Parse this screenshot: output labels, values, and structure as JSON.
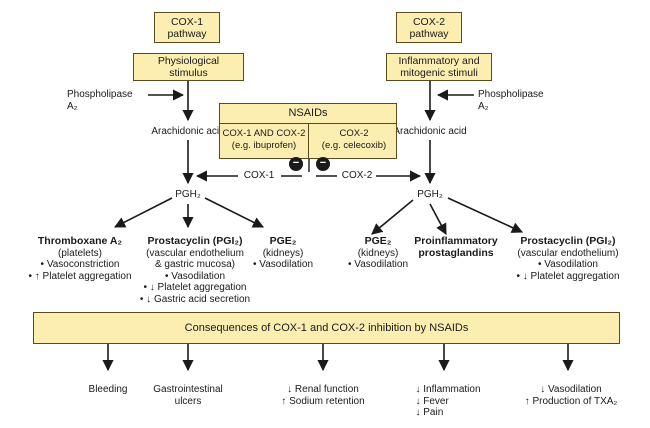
{
  "cox1": {
    "title": "COX-1\npathway",
    "stimulus": "Physiological\nstimulus",
    "phospholipase": "Phospholipase\nA₂",
    "arachidonic": "Arachidonic acid",
    "pgh2": "PGH₂"
  },
  "cox2": {
    "title": "COX-2\npathway",
    "stimulus": "Inflammatory and\nmitogenic stimuli",
    "phospholipase": "Phospholipase\nA₂",
    "arachidonic": "Arachidonic acid",
    "pgh2": "PGH₂"
  },
  "nsaids": {
    "header": "NSAIDs",
    "left": "COX-1 AND COX-2\n(e.g. ibuprofen)",
    "right": "COX-2\n(e.g. celecoxib)",
    "inhibit_symbol": "⊖",
    "cox1_label": "COX-1",
    "cox2_label": "COX-2"
  },
  "cox1_products": [
    {
      "name": "Thromboxane A₂",
      "detail": "(platelets)\n• Vasoconstriction\n• ↑ Platelet aggregation"
    },
    {
      "name": "Prostacyclin (PGI₂)",
      "detail": "(vascular endothelium\n& gastric mucosa)\n• Vasodilation\n• ↓ Platelet aggregation\n• ↓ Gastric acid secretion"
    },
    {
      "name": "PGE₂",
      "detail": "(kidneys)\n• Vasodilation"
    }
  ],
  "cox2_products": [
    {
      "name": "PGE₂",
      "detail": "(kidneys)\n• Vasodilation"
    },
    {
      "name": "Proinflammatory\nprostaglandins",
      "detail": ""
    },
    {
      "name": "Prostacyclin (PGI₂)",
      "detail": "(vascular endothelium)\n• Vasodilation\n• ↓ Platelet aggregation"
    }
  ],
  "consequences": {
    "title": "Consequences of COX-1 and COX-2 inhibition by NSAIDs",
    "items": [
      "Bleeding",
      "Gastrointestinal\nulcers",
      "↓ Renal function\n↑ Sodium retention",
      "↓ Inflammation\n↓ Fever\n↓ Pain",
      "↓ Vasodilation\n↑ Production of TXA₂"
    ]
  },
  "colors": {
    "box_fill": "#fbeeb0",
    "line": "#1a1a1a"
  }
}
